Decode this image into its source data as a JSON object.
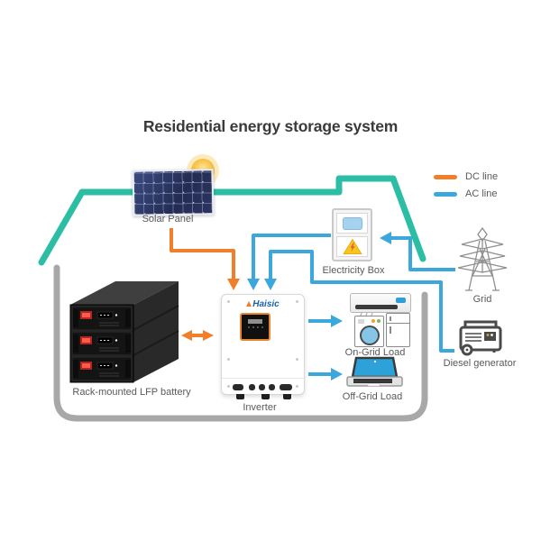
{
  "title": "Residential energy storage system",
  "legend": {
    "items": [
      {
        "label": "DC line",
        "color": "#F07E2B"
      },
      {
        "label": "AC line",
        "color": "#3BA7DC"
      }
    ]
  },
  "nodes": {
    "solar_panel": {
      "label": "Solar Panel"
    },
    "electricity_box": {
      "label": "Electricity Box"
    },
    "grid": {
      "label": "Grid"
    },
    "diesel_generator": {
      "label": "Diesel generator"
    },
    "battery": {
      "label": "Rack-mounted LFP battery"
    },
    "inverter": {
      "label": "Inverter",
      "brand": "Haisic"
    },
    "on_grid_load": {
      "label": "On-Grid Load"
    },
    "off_grid_load": {
      "label": "Off-Grid Load"
    }
  },
  "colors": {
    "dc_line": "#F07E2B",
    "ac_line": "#3BA7DC",
    "house_roof": "#2BBEA4",
    "house_wall": "#A8A8A8"
  },
  "connections": [
    {
      "from": "Solar Panel",
      "to": "Inverter",
      "type": "DC"
    },
    {
      "from": "Rack-mounted LFP battery",
      "to": "Inverter",
      "type": "DC",
      "bidirectional": true
    },
    {
      "from": "Electricity Box",
      "to": "Inverter",
      "type": "AC"
    },
    {
      "from": "Diesel generator",
      "to": "Inverter",
      "type": "AC"
    },
    {
      "from": "Grid",
      "to": "Electricity Box",
      "type": "AC"
    },
    {
      "from": "Inverter",
      "to": "On-Grid Load",
      "type": "AC"
    },
    {
      "from": "Inverter",
      "to": "Off-Grid Load",
      "type": "AC"
    }
  ]
}
